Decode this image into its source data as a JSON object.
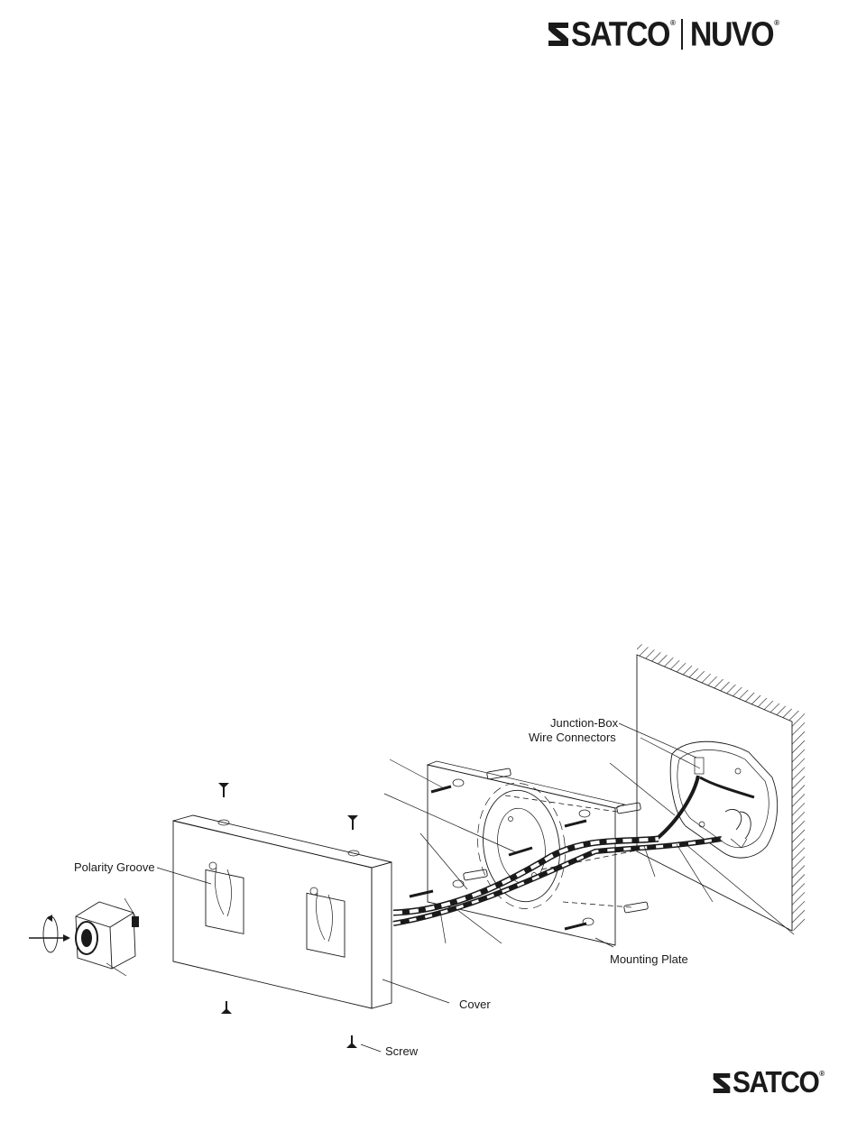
{
  "logos": {
    "top_brand_primary": "SATCO",
    "top_brand_secondary": "NUVO",
    "bottom_brand": "SATCO",
    "registered_mark": "®"
  },
  "labels": {
    "junction_box": "Junction-Box",
    "wire_connectors": "Wire Connectors",
    "polarity_groove": "Polarity Groove",
    "mounting_plate": "Mounting Plate",
    "cover": "Cover",
    "screw": "Screw"
  },
  "colors": {
    "ink": "#1a1a1a",
    "background": "#ffffff"
  }
}
